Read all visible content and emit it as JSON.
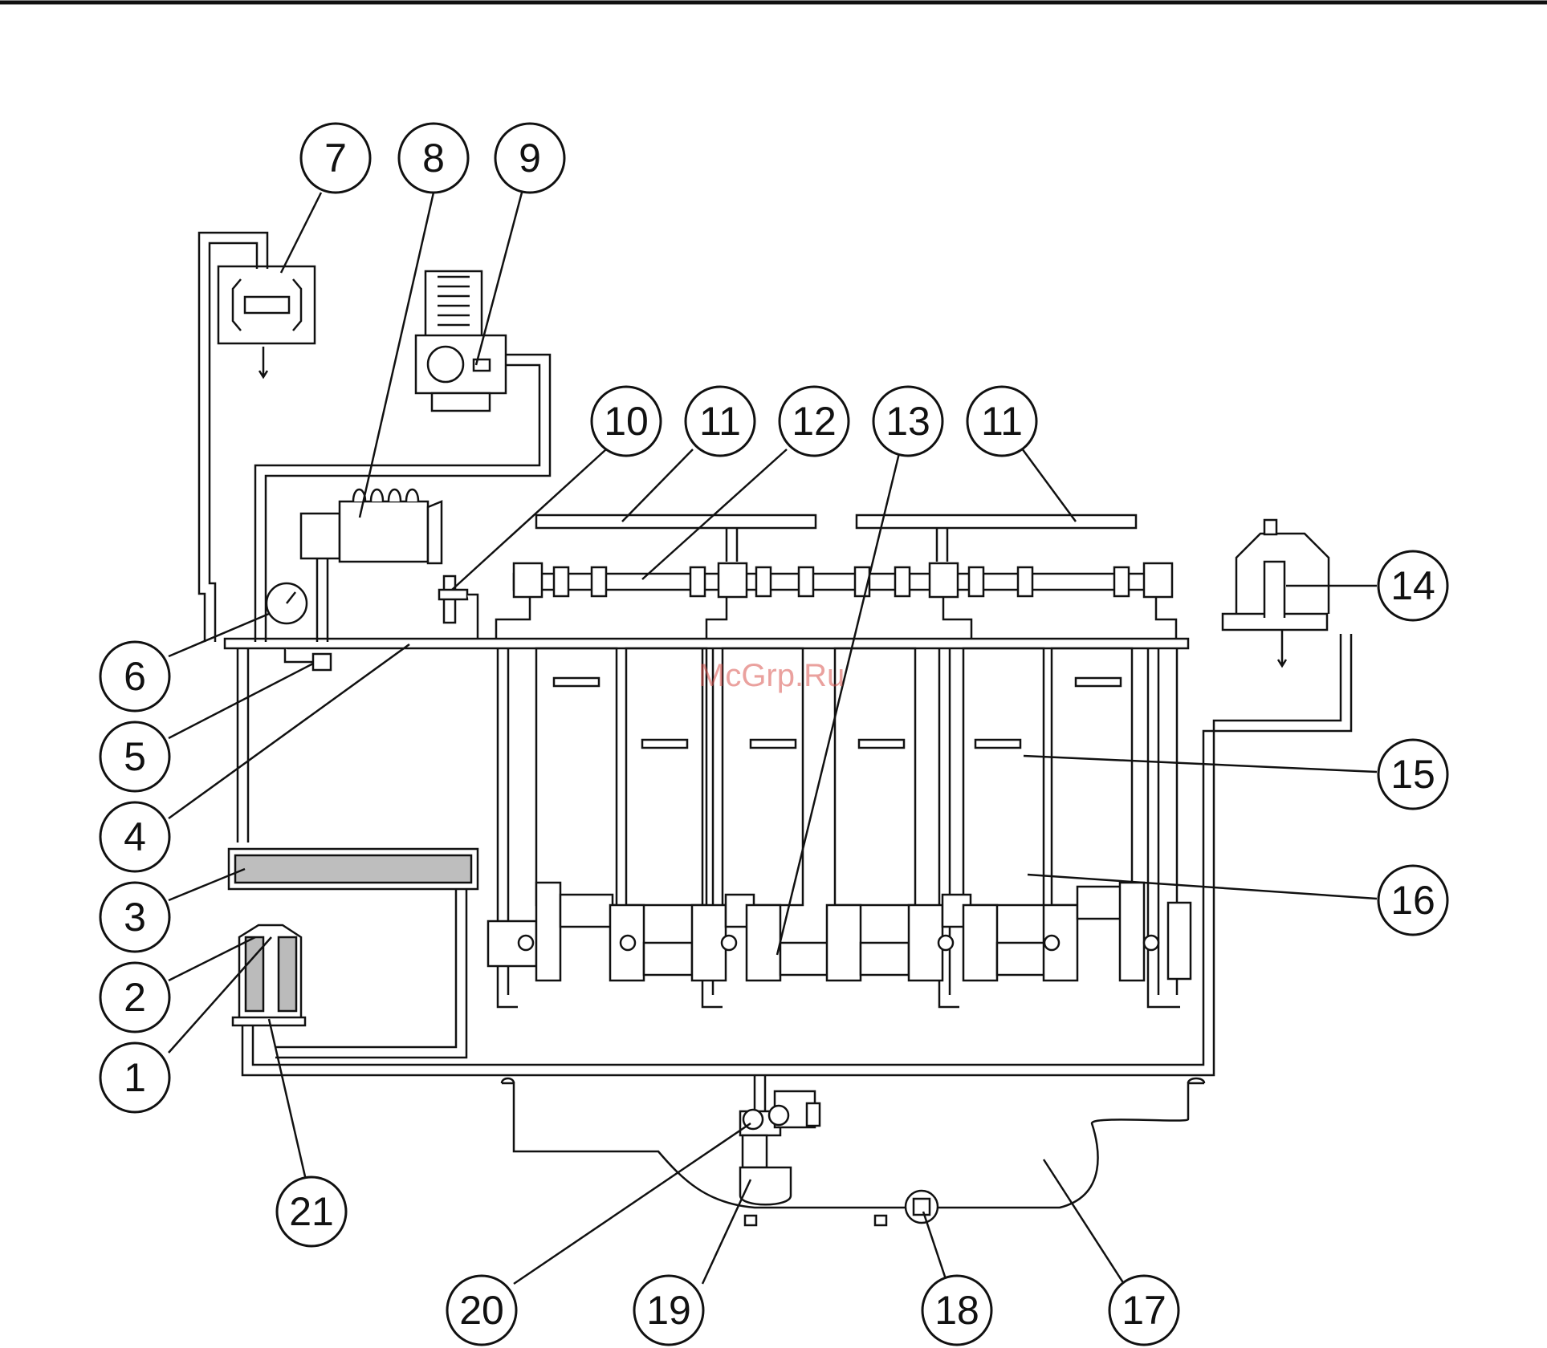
{
  "diagram": {
    "watermark": "McGrp.Ru",
    "colors": {
      "line": "#111111",
      "background": "#ffffff",
      "watermark": "#d9534f"
    },
    "callouts": [
      {
        "id": "c7",
        "label": "7"
      },
      {
        "id": "c8",
        "label": "8"
      },
      {
        "id": "c9",
        "label": "9"
      },
      {
        "id": "c10",
        "label": "10"
      },
      {
        "id": "c11a",
        "label": "11"
      },
      {
        "id": "c12",
        "label": "12"
      },
      {
        "id": "c13",
        "label": "13"
      },
      {
        "id": "c11b",
        "label": "11"
      },
      {
        "id": "c14",
        "label": "14"
      },
      {
        "id": "c15",
        "label": "15"
      },
      {
        "id": "c16",
        "label": "16"
      },
      {
        "id": "c6",
        "label": "6"
      },
      {
        "id": "c5",
        "label": "5"
      },
      {
        "id": "c4",
        "label": "4"
      },
      {
        "id": "c3",
        "label": "3"
      },
      {
        "id": "c2",
        "label": "2"
      },
      {
        "id": "c1",
        "label": "1"
      },
      {
        "id": "c21",
        "label": "21"
      },
      {
        "id": "c20",
        "label": "20"
      },
      {
        "id": "c19",
        "label": "19"
      },
      {
        "id": "c18",
        "label": "18"
      },
      {
        "id": "c17",
        "label": "17"
      }
    ]
  }
}
